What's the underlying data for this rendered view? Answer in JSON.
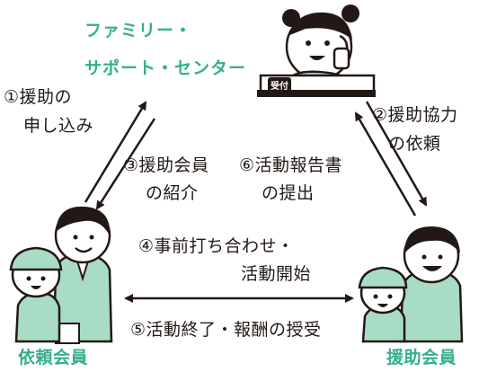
{
  "center_org": {
    "line1": "ファミリー・",
    "line2": "サポート・センター",
    "desk_sign": "受付"
  },
  "roles": {
    "requester": "依頼会員",
    "helper": "援助会員"
  },
  "steps": {
    "s1_line1": "①援助の",
    "s1_line2": "申し込み",
    "s2_line1": "②援助協力",
    "s2_line2": "の依頼",
    "s3_line1": "③援助会員",
    "s3_line2": "の紹介",
    "s4_line1": "④事前打ち合わせ・",
    "s4_line2": "活動開始",
    "s5": "⑤活動終了・報酬の授受",
    "s6_line1": "⑥活動報告書",
    "s6_line2": "の提出"
  },
  "colors": {
    "accent": "#33b08c",
    "ink": "#231815",
    "skin": "#ffffff",
    "shirt": "#a8dcc4"
  }
}
